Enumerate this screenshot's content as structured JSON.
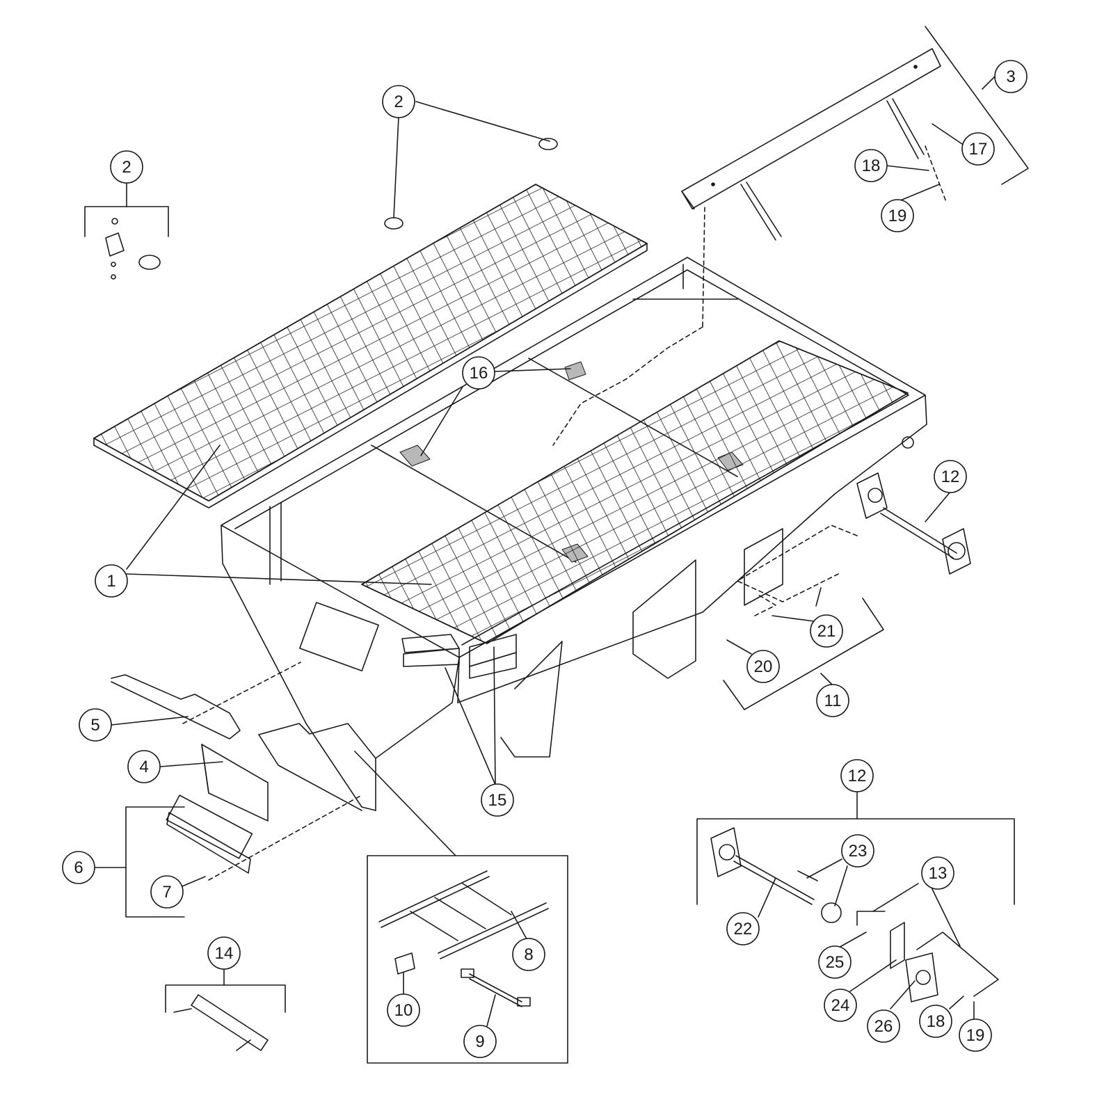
{
  "diagram": {
    "type": "exploded-parts-diagram",
    "colors": {
      "line": "#1a1a1a",
      "background": "#ffffff",
      "decal": "#b8b8b8"
    },
    "callouts": [
      {
        "id": "c2a",
        "label": "2"
      },
      {
        "id": "c2b",
        "label": "2"
      },
      {
        "id": "c3",
        "label": "3"
      },
      {
        "id": "c17",
        "label": "17"
      },
      {
        "id": "c18a",
        "label": "18"
      },
      {
        "id": "c19a",
        "label": "19"
      },
      {
        "id": "c16",
        "label": "16"
      },
      {
        "id": "c12a",
        "label": "12"
      },
      {
        "id": "c1",
        "label": "1"
      },
      {
        "id": "c21",
        "label": "21"
      },
      {
        "id": "c20",
        "label": "20"
      },
      {
        "id": "c11",
        "label": "11"
      },
      {
        "id": "c5",
        "label": "5"
      },
      {
        "id": "c4",
        "label": "4"
      },
      {
        "id": "c15",
        "label": "15"
      },
      {
        "id": "c12b",
        "label": "12"
      },
      {
        "id": "c6",
        "label": "6"
      },
      {
        "id": "c7",
        "label": "7"
      },
      {
        "id": "c23",
        "label": "23"
      },
      {
        "id": "c13",
        "label": "13"
      },
      {
        "id": "c22",
        "label": "22"
      },
      {
        "id": "c14",
        "label": "14"
      },
      {
        "id": "c8",
        "label": "8"
      },
      {
        "id": "c25",
        "label": "25"
      },
      {
        "id": "c24",
        "label": "24"
      },
      {
        "id": "c10",
        "label": "10"
      },
      {
        "id": "c26",
        "label": "26"
      },
      {
        "id": "c18b",
        "label": "18"
      },
      {
        "id": "c19b",
        "label": "19"
      },
      {
        "id": "c9",
        "label": "9"
      }
    ]
  }
}
